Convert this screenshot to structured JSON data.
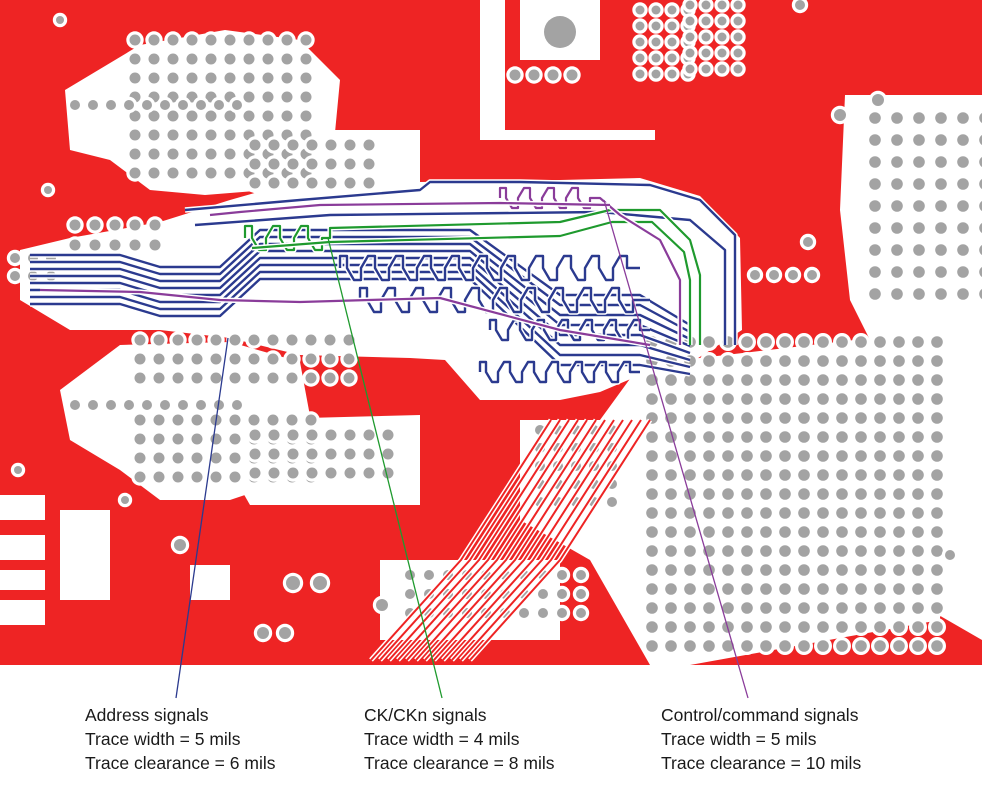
{
  "colors": {
    "copper": "#ee2424",
    "clearance": "#ffffff",
    "pad": "#a3a3a3",
    "address_trace": "#2b3a8f",
    "ck_trace": "#1f9a2e",
    "control_trace": "#8a3c9a"
  },
  "callouts": {
    "address": {
      "title": "Address signals",
      "width": "Trace width = 5 mils",
      "clearance": "Trace clearance = 6 mils"
    },
    "ck": {
      "title": "CK/CKn signals",
      "width": "Trace width = 4 mils",
      "clearance": "Trace clearance = 8 mils"
    },
    "control": {
      "title": "Control/command signals",
      "width": "Trace width = 5 mils",
      "clearance": "Trace clearance = 10 mils"
    }
  }
}
